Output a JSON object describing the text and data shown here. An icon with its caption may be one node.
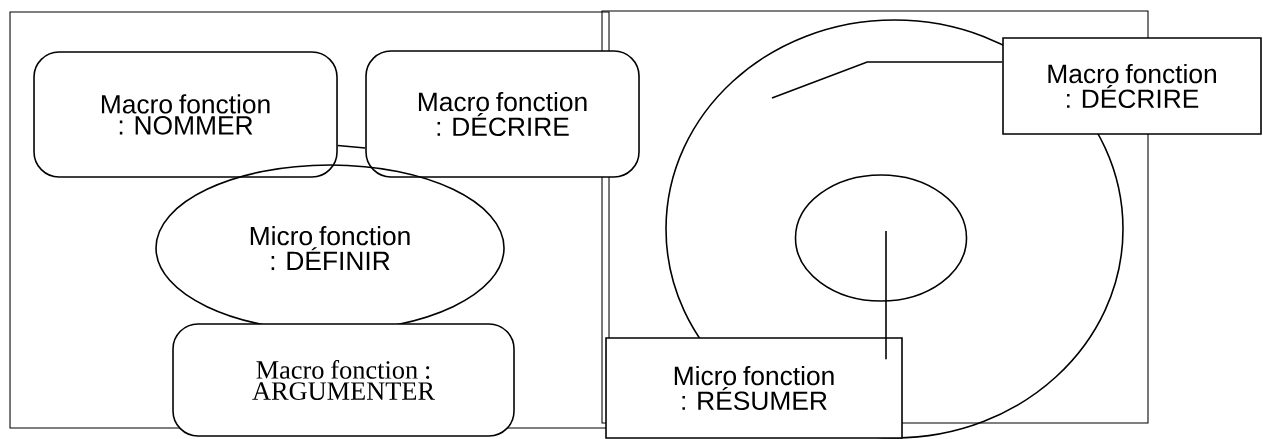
{
  "diagram": {
    "nodes": [
      {
        "text": [
          "Macro fonction : NOMMER"
        ]
      },
      {
        "text": [
          "Macro fonction : DÉCRIRE"
        ]
      },
      {
        "text": [
          "Micro fonction : DÉFINIR"
        ]
      },
      {
        "text": [
          "Macro fonction : ARGUMENTER"
        ]
      },
      {
        "text": [],
        "shape": "circle"
      },
      {
        "text": [],
        "shape": "circle",
        "in": 4
      },
      {
        "text": [
          "Macro fonction : DÉCRIRE"
        ]
      },
      {
        "text": [
          "Micro fonction : RÉSUMER"
        ]
      }
    ],
    "edges": [
      {
        "from": 0,
        "to": 1,
        "arrow": "none"
      },
      {
        "from": 6,
        "to": 4,
        "arrow": "none"
      },
      {
        "from": 7,
        "to": 5,
        "arrow": "none"
      }
    ]
  }
}
